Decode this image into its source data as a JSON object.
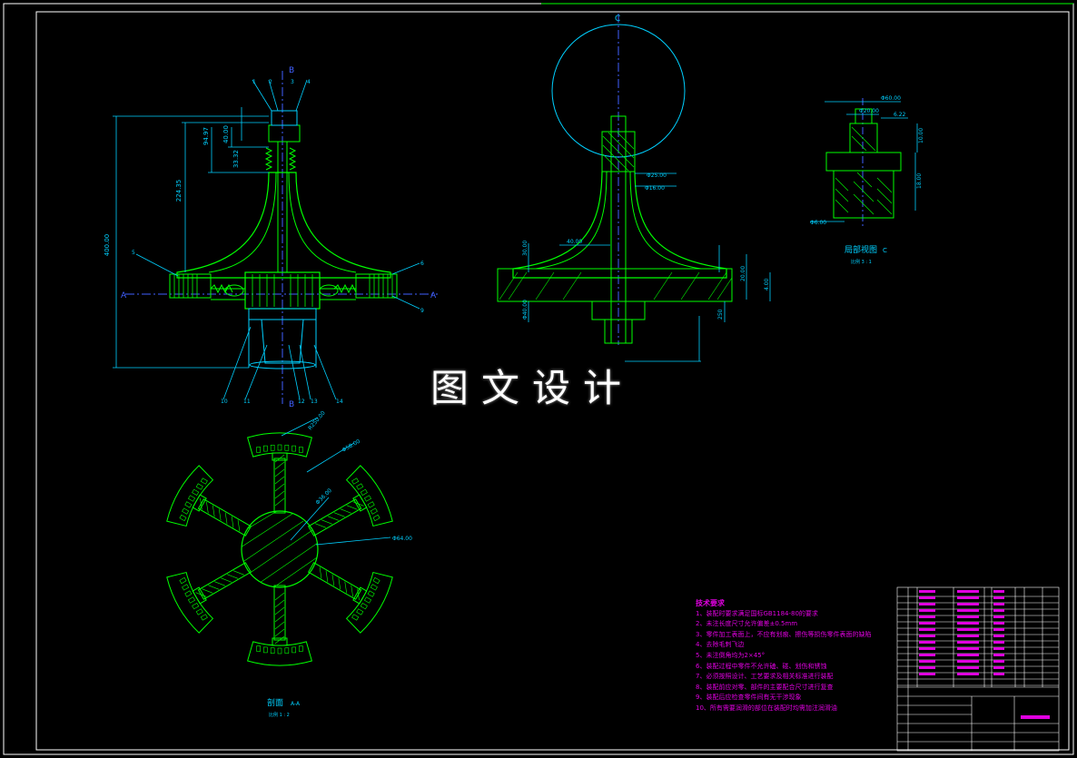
{
  "colors": {
    "background": "#000000",
    "outline": "#00ff00",
    "dimension": "#00d0ff",
    "center_line": "#4060ff",
    "hatch": "#00ff00",
    "notes": "#e000e0",
    "frame": "#ffffff"
  },
  "watermark": "图文设计",
  "views": {
    "main": {
      "section_mark_left": "A",
      "section_mark_right": "A",
      "section_mark_top": "B",
      "section_mark_bottom": "B",
      "dims": [
        "400.00",
        "224.35",
        "94.97",
        "40.00",
        "33.32"
      ],
      "balloons_top": [
        "1",
        "2",
        "3",
        "4"
      ],
      "balloons_side": [
        "5",
        "6",
        "9"
      ],
      "balloons_bottom": [
        "10",
        "11",
        "12",
        "13",
        "14"
      ]
    },
    "side": {
      "top_mark": "C",
      "dims": [
        "Φ25.00",
        "Φ16.00",
        "40.00",
        "30.00",
        "Φ40.00",
        "250",
        "20.00",
        "4.00"
      ]
    },
    "detail": {
      "title": "局部视图",
      "mark": "C",
      "scale": "比例 3 : 1",
      "dims": [
        "Φ60.00",
        "Φ20.00",
        "6.22",
        "10.00",
        "18.00",
        "Φ6.00"
      ]
    },
    "section": {
      "title": "剖面",
      "mark": "A-A",
      "scale": "比例 1 : 2",
      "dims": [
        "R250.00",
        "Φ58.00",
        "Φ36.00",
        "Φ64.00"
      ]
    }
  },
  "notes": {
    "title": "技术要求",
    "items": [
      "1、装配时要求满足国标GB1184-80的要求",
      "2、未注长度尺寸允许偏差±0.5mm",
      "3、零件加工表面上，不应有划痕、擦伤等损伤零件表面的缺陷",
      "4、去除毛刺飞边",
      "5、未注倒角均为2×45°",
      "6、装配过程中零件不允许磕、碰、划伤和锈蚀",
      "7、必须按照设计、工艺要求及相关标准进行装配",
      "8、装配前应对零、部件的主要配合尺寸进行复查",
      "9、装配后应检查零件间有无干涉现象",
      "10、所有需要润滑的部位在装配时均需加注润滑油"
    ]
  }
}
